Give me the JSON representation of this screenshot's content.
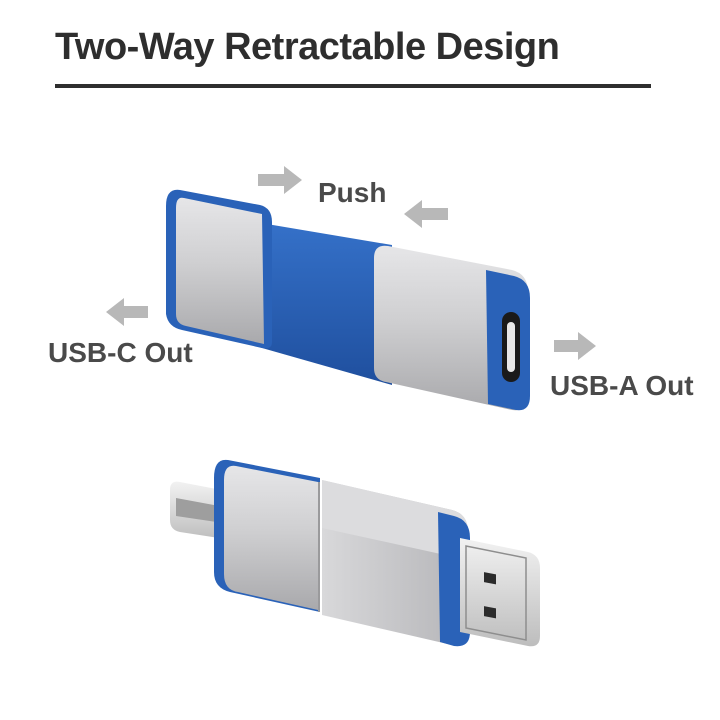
{
  "title": "Two-Way Retractable Design",
  "labels": {
    "push": "Push",
    "usb_c_out": "USB-C Out",
    "usb_a_out": "USB-A Out"
  },
  "colors": {
    "accent_blue": "#2a62b8",
    "silver": "#c9c9cb",
    "arrow_gray": "#b8b8b8",
    "title_text": "#2e2e2e"
  },
  "icons": [
    "arrow-right-icon",
    "arrow-left-icon"
  ]
}
